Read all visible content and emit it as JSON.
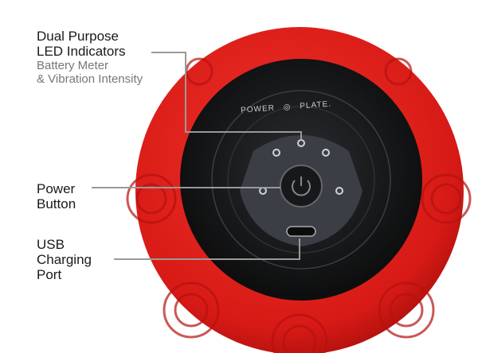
{
  "labels": {
    "led": {
      "title_line1": "Dual Purpose",
      "title_line2": "LED Indicators",
      "sub_line1": "Battery Meter",
      "sub_line2": "& Vibration Intensity"
    },
    "power": {
      "line1": "Power",
      "line2": "Button"
    },
    "usb": {
      "line1": "USB",
      "line2": "Charging",
      "line3": "Port"
    }
  },
  "brand": {
    "left": "POWER",
    "right": "PLATE."
  },
  "colors": {
    "ball": "#e0201b",
    "face": "#111111",
    "line": "#999999"
  }
}
